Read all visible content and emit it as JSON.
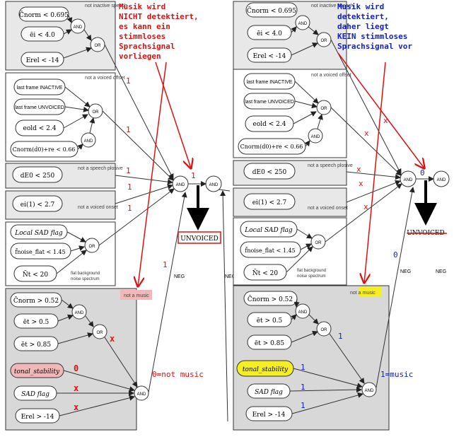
{
  "colors": {
    "annotation_red": "#e01010",
    "annotation_blue": "#1020d0",
    "highlight_yellow": "#f5ee20",
    "highlight_pink": "#f0b8b8"
  },
  "left": {
    "g1": {
      "label": "not inactive speech",
      "c1": "C̄norm < 0.695",
      "c2": "ēi < 4.0",
      "c3": "Erel < -14"
    },
    "g2": {
      "label": "not a voiced offset",
      "c1": "last frame INACTIVE",
      "c2": "last frame UNVOICED",
      "c3": "eold < 2.4",
      "c4": "Cnorm(d0)+re < 0.66"
    },
    "g3": {
      "label": "not a speech plosive",
      "c1": "dE0 < 250"
    },
    "g4": {
      "label": "not a voiced onset",
      "c1": "ei(1) < 2.7"
    },
    "g5": {
      "label": "flat background noise spectrum",
      "c1": "Local SAD flag",
      "c2": "f̄noise_flat < 1.45",
      "c3": "Ñt < 20"
    },
    "g6": {
      "label": "not a music",
      "c1": "C̄norm > 0.52",
      "c2": "ēt > 0.5",
      "c3": "ēt > 0.85",
      "c4": "tonal_stability",
      "c5": "SAD flag",
      "c6": "Erel > -14"
    },
    "output": "UNVOICED",
    "neg": "NEG",
    "note": "Musik wird NICHT detektiert, es kann ein stimmloses Sprachsignal vorliegen",
    "marks": {
      "m1": "1",
      "m2": "1",
      "m3": "1",
      "m4": "1",
      "m5": "1",
      "m_out": "1",
      "m_neg": "1",
      "x1": "x",
      "x2": "x",
      "x3": "x",
      "zero": "0",
      "zero_label": "0=not music"
    }
  },
  "right": {
    "output": "UNVOICED",
    "neg1": "NEG",
    "neg2": "NEG",
    "note": "Musik wird detektiert, daher liegt KEIN stimmloses Sprachsignal vor",
    "marks": {
      "x1": "x",
      "x2": "x",
      "x3": "x",
      "x4": "x",
      "x5": "x",
      "zero": "0",
      "zero2": "0",
      "one1": "1",
      "one2": "1",
      "one3": "1",
      "one4": "1",
      "one_label": "1=music"
    }
  },
  "gates": {
    "and": "AND",
    "or": "OR"
  }
}
